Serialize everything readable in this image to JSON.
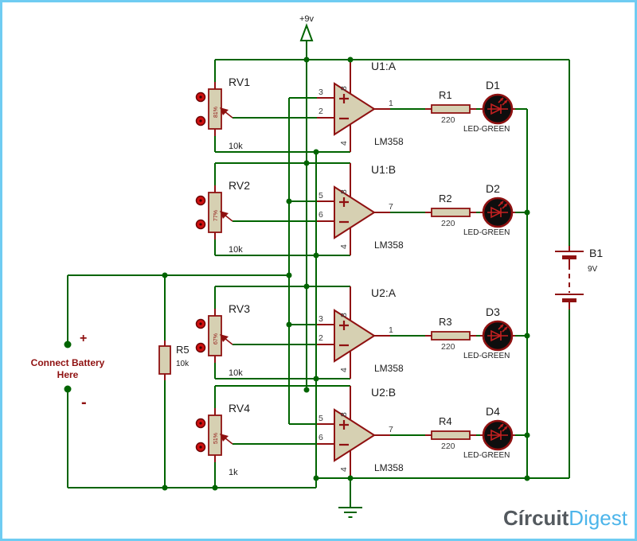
{
  "power": {
    "label": "+9v"
  },
  "battery": {
    "ref": "B1",
    "value": "9V"
  },
  "battery_terminal": {
    "title_line1": "Connect Battery",
    "title_line2": "Here",
    "plus": "+",
    "minus": "-"
  },
  "load_resistor": {
    "ref": "R5",
    "value": "10k"
  },
  "channels": [
    {
      "pot": {
        "ref": "RV1",
        "value": "10k",
        "wiper": "81%"
      },
      "opamp": {
        "ref": "U1:A",
        "part": "LM358",
        "pin_plus": "3",
        "pin_minus": "2",
        "pin_out": "1",
        "pin_vcc": "8",
        "pin_gnd": "4"
      },
      "resistor": {
        "ref": "R1",
        "value": "220"
      },
      "led": {
        "ref": "D1",
        "type": "LED-GREEN"
      }
    },
    {
      "pot": {
        "ref": "RV2",
        "value": "10k",
        "wiper": "77%"
      },
      "opamp": {
        "ref": "U1:B",
        "part": "LM358",
        "pin_plus": "5",
        "pin_minus": "6",
        "pin_out": "7",
        "pin_vcc": "8",
        "pin_gnd": "4"
      },
      "resistor": {
        "ref": "R2",
        "value": "220"
      },
      "led": {
        "ref": "D2",
        "type": "LED-GREEN"
      }
    },
    {
      "pot": {
        "ref": "RV3",
        "value": "10k",
        "wiper": "67%"
      },
      "opamp": {
        "ref": "U2:A",
        "part": "LM358",
        "pin_plus": "3",
        "pin_minus": "2",
        "pin_out": "1",
        "pin_vcc": "8",
        "pin_gnd": "4"
      },
      "resistor": {
        "ref": "R3",
        "value": "220"
      },
      "led": {
        "ref": "D3",
        "type": "LED-GREEN"
      }
    },
    {
      "pot": {
        "ref": "RV4",
        "value": "1k",
        "wiper": "51%"
      },
      "opamp": {
        "ref": "U2:B",
        "part": "LM358",
        "pin_plus": "5",
        "pin_minus": "6",
        "pin_out": "7",
        "pin_vcc": "8",
        "pin_gnd": "4"
      },
      "resistor": {
        "ref": "R4",
        "value": "220"
      },
      "led": {
        "ref": "D4",
        "type": "LED-GREEN"
      }
    }
  ],
  "logo": {
    "part1": "Círcuit",
    "part2": "Digest"
  },
  "colors": {
    "wire_green": "#006400",
    "component_maroon": "#8f1111",
    "component_fill": "#d6d0b2",
    "led_body": "#0e0e0e",
    "border_blue": "#6fccf2",
    "logo_dark": "#53595e",
    "logo_blue": "#4db5ea"
  }
}
